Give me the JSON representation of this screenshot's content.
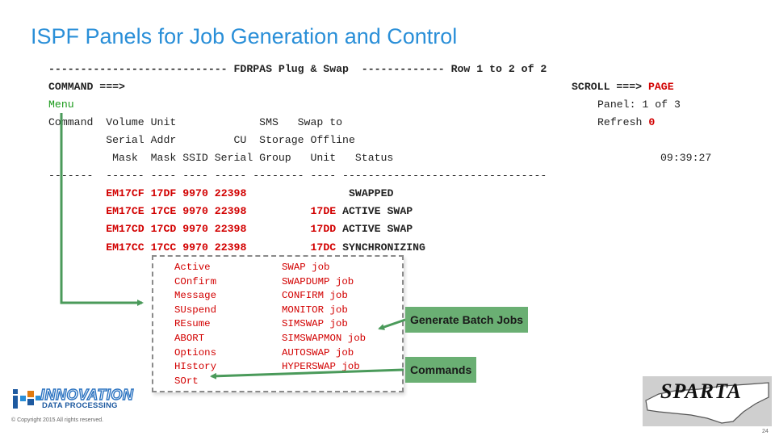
{
  "slide": {
    "title": "ISPF Panels for Job Generation and Control",
    "copyright": "© Copyright 2015  All rights reserved.",
    "page_number": "24"
  },
  "panel": {
    "header": {
      "dashes_left": "----------------------------",
      "name": "FDRPAS Plug & Swap",
      "dashes_right": "-------------",
      "row_info": "Row 1 to 2 of 2"
    },
    "command_label": "COMMAND ===>",
    "scroll_label": "SCROLL ===>",
    "scroll_value": "PAGE",
    "menu_label": "Menu",
    "panel_info": "Panel: 1 of 3",
    "headers": {
      "line1": "Command  Volume Unit             SMS   Swap to",
      "refresh_label": "Refresh",
      "refresh_value": "0",
      "line2": "         Serial Addr         CU  Storage Offline",
      "line3": "          Mask  Mask SSID Serial Group   Unit   Status",
      "time": "09:39:27",
      "underline": "-------  ------ ---- ---- ----- -------- ---- --------------------------------"
    },
    "rows": [
      {
        "volser": "EM17CF",
        "unit": "17DF",
        "ssid": "9970",
        "serial": "22398",
        "offline": "",
        "status": "SWAPPED"
      },
      {
        "volser": "EM17CE",
        "unit": "17CE",
        "ssid": "9970",
        "serial": "22398",
        "offline": "17DE",
        "status": "ACTIVE SWAP"
      },
      {
        "volser": "EM17CD",
        "unit": "17CD",
        "ssid": "9970",
        "serial": "22398",
        "offline": "17DD",
        "status": "ACTIVE SWAP"
      },
      {
        "volser": "EM17CC",
        "unit": "17CC",
        "ssid": "9970",
        "serial": "22398",
        "offline": "17DC",
        "status": "SYNCHRONIZING"
      }
    ]
  },
  "menu_popup": {
    "commands": [
      "Active",
      "COnfirm",
      "Message",
      "SUspend",
      "REsume",
      "ABORT",
      "Options",
      "HIstory",
      "SOrt"
    ],
    "jobs": [
      "SWAP job",
      "SWAPDUMP job",
      "CONFIRM job",
      "MONITOR job",
      "SIMSWAP job",
      "SIMSWAPMON job",
      "AUTOSWAP job",
      "HYPERSWAP job"
    ]
  },
  "callouts": {
    "generate": "Generate Batch Jobs",
    "commands": "Commands"
  },
  "logos": {
    "innovation_main": "INNOVATION",
    "innovation_sub": "DATA PROCESSING",
    "sparta": "SPARTA"
  },
  "colors": {
    "title": "#2a8fd8",
    "highlight_red": "#d20000",
    "menu_green": "#1a9a1a",
    "callout_green": "#6aaf73",
    "arrow_green": "#4a9a5a"
  }
}
